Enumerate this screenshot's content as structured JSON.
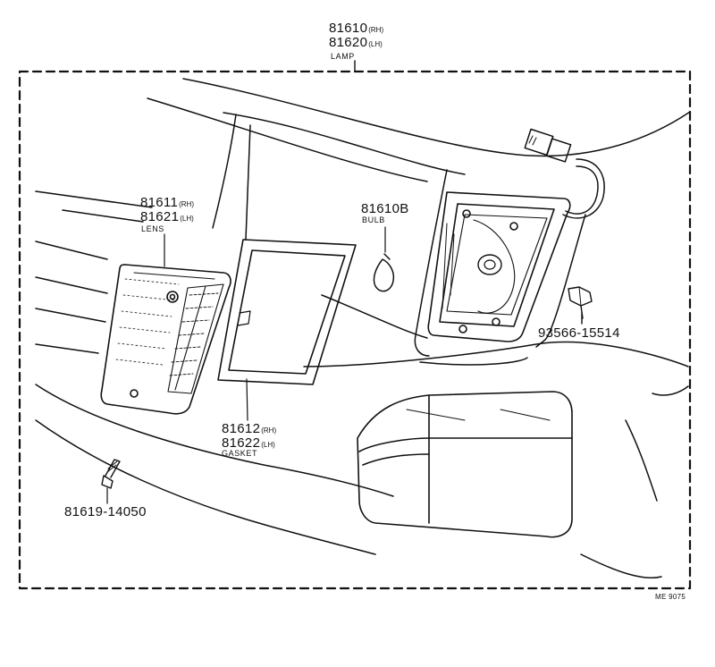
{
  "lamp": {
    "rh_number": "81610",
    "rh_suffix": "(RH)",
    "lh_number": "81620",
    "lh_suffix": "(LH)",
    "name": "LAMP"
  },
  "lens": {
    "rh_number": "81611",
    "rh_suffix": "(RH)",
    "lh_number": "81621",
    "lh_suffix": "(LH)",
    "name": "LENS"
  },
  "bulb": {
    "number": "81610B",
    "name": "BULB"
  },
  "gasket": {
    "rh_number": "81612",
    "rh_suffix": "(RH)",
    "lh_number": "81622",
    "lh_suffix": "(LH)",
    "name": "GASKET"
  },
  "screw_right": {
    "number": "93566-15514"
  },
  "screw_left": {
    "number": "81619-14050"
  },
  "figure_code": "ME 9075"
}
